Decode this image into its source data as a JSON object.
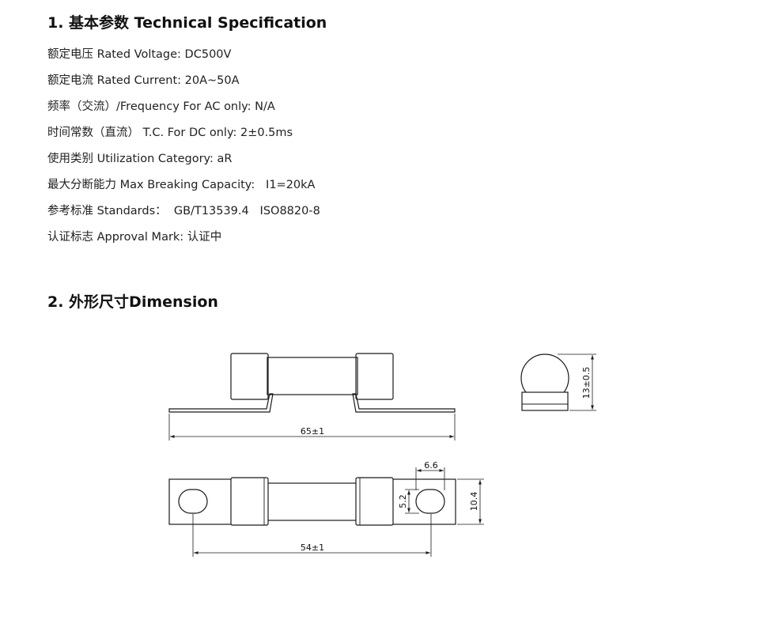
{
  "sections": {
    "spec_title": "1. 基本参数 Technical Specification",
    "dimension_title": "2. 外形尺寸Dimension"
  },
  "specs": [
    "额定电压 Rated Voltage: DC500V",
    "额定电流 Rated Current: 20A~50A",
    "频率（交流）/Frequency For AC only: N/A",
    "时间常数（直流） T.C. For DC only: 2±0.5ms",
    "使用类别 Utilization Category: aR",
    "最大分断能力 Max Breaking Capacity:   I1=20kA",
    "参考标准 Standards：  GB/T13539.4   ISO8820-8",
    "认证标志 Approval Mark: 认证中"
  ],
  "dimensions": {
    "overall_length": "65±1",
    "diameter": "13±0.5",
    "hole_spacing": "54±1",
    "slot_length": "6.6",
    "slot_width": "5.2",
    "tab_width": "10.4"
  },
  "colors": {
    "line": "#1a1a1a",
    "text": "#222222"
  }
}
